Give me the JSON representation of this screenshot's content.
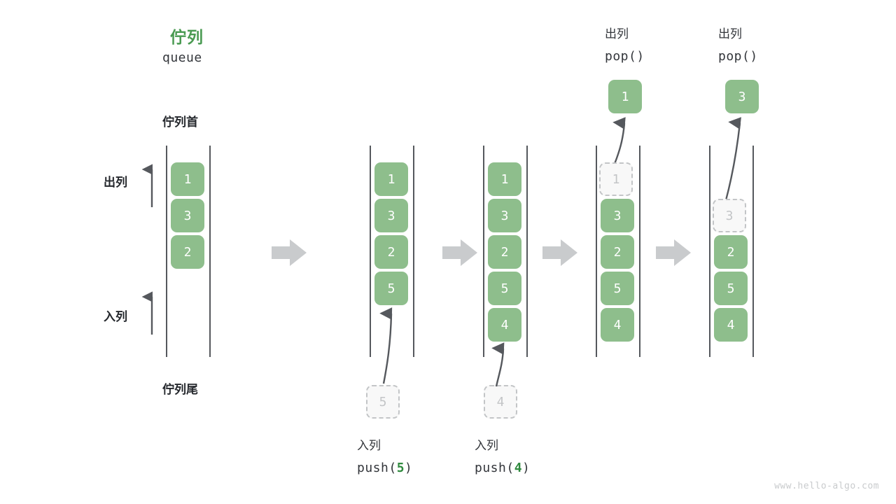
{
  "diagram": {
    "title_cn": "佇列",
    "title_code": "queue",
    "head_label": "佇列首",
    "tail_label": "佇列尾",
    "dequeue_label": "出列",
    "enqueue_label": "入列",
    "watermark": "www.hello-algo.com",
    "colors": {
      "node_fill": "#8ebe8c",
      "node_text": "#ffffff",
      "ghost_fill": "#f8f8f8",
      "ghost_border": "#c3c5c7",
      "ghost_text": "#c3c5c7",
      "rail": "#55585d",
      "accent_green": "#4a9a52",
      "arg_green": "#2f8a3e",
      "flow_arrow": "#c9cbcd",
      "curve_arrow": "#55585d",
      "text": "#33363b",
      "watermark": "#c9cbcd"
    }
  },
  "steps": [
    {
      "id": "initial",
      "caption_cn": "",
      "caption_code": "",
      "nodes": [
        "1",
        "3",
        "2"
      ],
      "ghost_index": null,
      "ghost_value": null,
      "incoming_value": null,
      "popped_value": null
    },
    {
      "id": "push-5",
      "caption_cn": "入列",
      "caption_code_prefix": "push(",
      "caption_code_arg": "5",
      "caption_code_suffix": ")",
      "nodes": [
        "1",
        "3",
        "2",
        "5"
      ],
      "ghost_index": null,
      "ghost_value": null,
      "incoming_value": "5",
      "popped_value": null
    },
    {
      "id": "push-4",
      "caption_cn": "入列",
      "caption_code_prefix": "push(",
      "caption_code_arg": "4",
      "caption_code_suffix": ")",
      "nodes": [
        "1",
        "3",
        "2",
        "5",
        "4"
      ],
      "ghost_index": null,
      "ghost_value": null,
      "incoming_value": "4",
      "popped_value": null
    },
    {
      "id": "pop-1",
      "caption_cn": "出列",
      "caption_code_prefix": "pop(",
      "caption_code_arg": "",
      "caption_code_suffix": ")",
      "nodes": [
        "1",
        "3",
        "2",
        "5",
        "4"
      ],
      "ghost_index": 0,
      "ghost_value": "1",
      "incoming_value": null,
      "popped_value": "1"
    },
    {
      "id": "pop-3",
      "caption_cn": "出列",
      "caption_code_prefix": "pop(",
      "caption_code_arg": "",
      "caption_code_suffix": ")",
      "nodes": [
        "3",
        "2",
        "5",
        "4"
      ],
      "ghost_index": 0,
      "ghost_value": "3",
      "incoming_value": null,
      "popped_value": "3"
    }
  ],
  "flow_arrows": [
    {
      "label": "transition-1"
    },
    {
      "label": "transition-2"
    },
    {
      "label": "transition-3"
    },
    {
      "label": "transition-4"
    }
  ]
}
